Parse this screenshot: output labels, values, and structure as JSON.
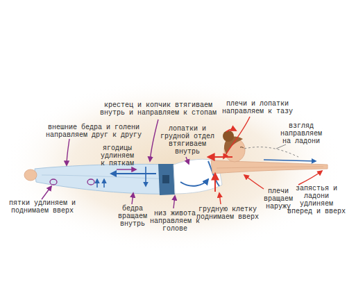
{
  "diagram": {
    "labels": [
      "крестец и копчик втягиваем внутрь и направляем к стопам",
      "внешние бедра и голени направляем друг к другу",
      "ягодицы удлиняем к пяткам",
      "лопатки и грудной отдел втягиваем внутрь",
      "плечи и лопатки направляем к тазу",
      "взгляд направляем на ладони",
      "пятки удлиняем и поднимаем вверх",
      "бедра вращаем внутрь",
      "низ живота направляем к голове",
      "грудную клетку поднимаем вверх",
      "плечи вращаем наружу",
      "запястья и ладони удлиняем вперед и вверх"
    ]
  }
}
